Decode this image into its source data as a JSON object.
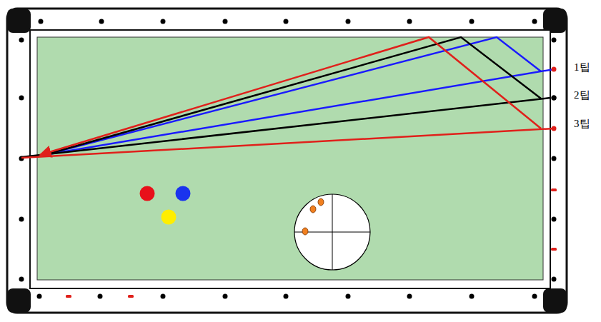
{
  "diagram": {
    "labels": [
      "1팁",
      "2팁",
      "3팁"
    ]
  }
}
